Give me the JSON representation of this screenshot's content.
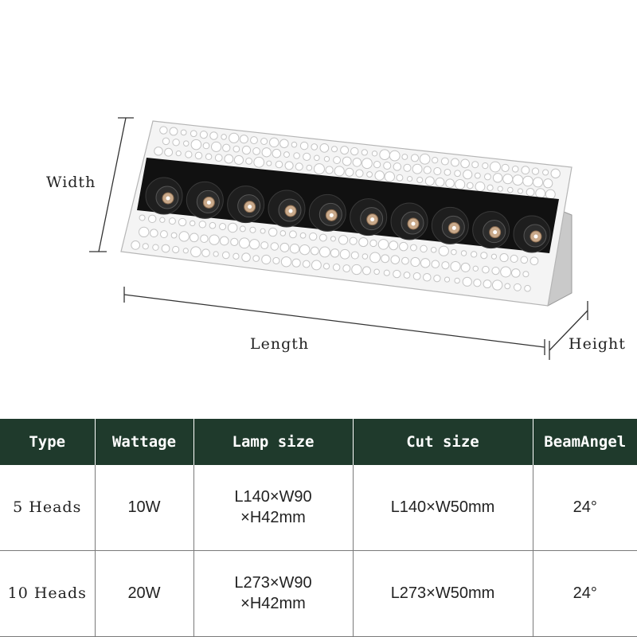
{
  "diagram": {
    "labels": {
      "width": "Width",
      "length": "Length",
      "height": "Height"
    },
    "product": {
      "frame_color": "#f3f3f3",
      "strip_color": "#111111",
      "lens_color": "#c9a98a",
      "head_count": 10
    }
  },
  "table": {
    "header_color": "#1f3a2c",
    "headers": [
      "Type",
      "Wattage",
      "Lamp size",
      "Cut size",
      "BeamAngel"
    ],
    "rows": [
      {
        "type": "5 Heads",
        "wattage": "10W",
        "lamp_size_line1": "L140×W90",
        "lamp_size_line2": "×H42mm",
        "cut_size": "L140×W50mm",
        "beam_angle": "24°"
      },
      {
        "type": "10 Heads",
        "wattage": "20W",
        "lamp_size_line1": "L273×W90",
        "lamp_size_line2": "×H42mm",
        "cut_size": "L273×W50mm",
        "beam_angle": "24°"
      }
    ]
  }
}
